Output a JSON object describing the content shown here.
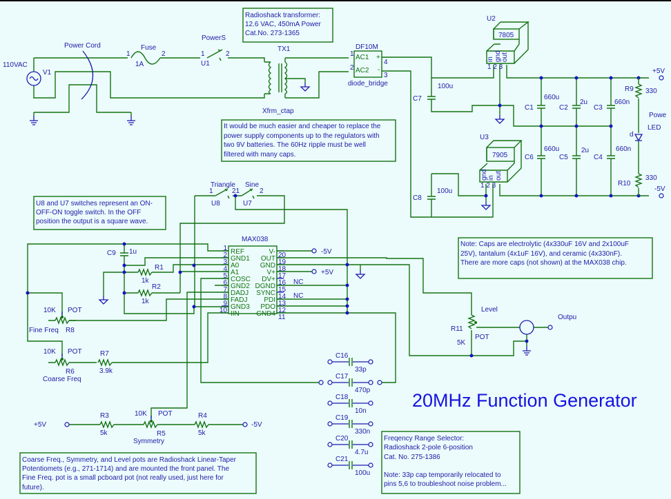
{
  "title": "20MHz Function Generator",
  "colors": {
    "background": "#ecfbfb",
    "wire": "#137313",
    "text": "#1c1ca8",
    "junction": "#1515c0",
    "title": "#1414e0"
  },
  "notes": {
    "transformer": [
      "Radioshack transformer:",
      "12.6 VAC, 450mA Power",
      "Cat.No. 273-1365"
    ],
    "batteries": [
      "It would be much easier and cheaper to replace the",
      "power supply components up to the regulators with",
      "two 9V batteries.  The 60Hz ripple must be well",
      "filtered with many caps."
    ],
    "switches": [
      "U8 and U7 switches represent an ON-",
      "OFF-ON toggle switch.  In the OFF",
      "position the output is a square wave."
    ],
    "caps": [
      "Note:  Caps are electrolytic (4x330uF 16V and 2x100uF",
      "25V), tantalum (4x1uF 16V), and ceramic (4x330nF).",
      "There are more caps (not shown) at the MAX038 chip."
    ],
    "pots": [
      "Coarse Freq., Symmetry, and Level pots are Radioshack Linear-Taper",
      "Potentiomets (e.g., 271-1714) and are mounted the front panel.  The",
      "Fine Freq. pot is a small pcboard pot (not really used, just here for",
      "future)."
    ],
    "range": [
      "Freqency Range Selector:",
      "Radioshack 2-pole 6-position",
      "Cat. No. 275-1386",
      "",
      "Note:  33p cap temporarily relocated to",
      "pins 5,6 to troubleshoot noise problem..."
    ]
  },
  "power": {
    "source_value": "110VAC",
    "source_ref": "V1",
    "cord": "Power Cord",
    "fuse": "Fuse",
    "fuse_value": "1A",
    "fuse_pin1": "1",
    "fuse_pin2": "2",
    "switch": "PowerS",
    "switch_ref": "U1",
    "switch_pin1": "1",
    "switch_pin2": "2",
    "tx_ref": "TX1",
    "tx_model": "Xfrm_ctap",
    "bridge_part": "DF10M",
    "bridge_model": "diode_bridge",
    "bridge_pins": {
      "ac1": "AC1",
      "ac2": "AC2",
      "plus": "+",
      "minus": "-",
      "p1": "1",
      "p2": "2",
      "p3": "3",
      "p4": "4"
    },
    "c7": "C7",
    "c7_value": "100u",
    "c8": "C8",
    "c8_value": "100u"
  },
  "regulators": {
    "u2": {
      "ref": "U2",
      "part": "7805",
      "pins": [
        "in",
        "gnd",
        "out"
      ],
      "nums": "1 2 3"
    },
    "u3": {
      "ref": "U3",
      "part": "7905",
      "pins": [
        "gnd",
        "in",
        "out"
      ],
      "nums": "1 2 3"
    }
  },
  "filter_caps": [
    {
      "ref": "C1",
      "value": "660u"
    },
    {
      "ref": "C2",
      "value": "2u"
    },
    {
      "ref": "C3",
      "value": "660n"
    },
    {
      "ref": "C6",
      "value": "660u"
    },
    {
      "ref": "C5",
      "value": "2u"
    },
    {
      "ref": "C4",
      "value": "660n"
    }
  ],
  "led": {
    "r9": "R9",
    "r9_value": "330",
    "r10": "R10",
    "r10_value": "330",
    "label1": "Powe",
    "label2": "LED",
    "diode": "d"
  },
  "rails": {
    "plus": "+5V",
    "minus": "-5V"
  },
  "waveform_switches": {
    "u8_label": "Triangle",
    "u7_label": "Sine",
    "u8": "U8",
    "u7": "U7",
    "pin1": "1",
    "pin21": "21",
    "pin2": "2"
  },
  "max038": {
    "ref": "MAX038",
    "left": [
      {
        "num": "1",
        "name": "REF"
      },
      {
        "num": "2",
        "name": "GND1"
      },
      {
        "num": "3",
        "name": "A0"
      },
      {
        "num": "4",
        "name": "A1"
      },
      {
        "num": "5",
        "name": "COSC"
      },
      {
        "num": "6",
        "name": "GND2"
      },
      {
        "num": "7",
        "name": "DADJ"
      },
      {
        "num": "8",
        "name": "FADJ"
      },
      {
        "num": "9",
        "name": "GND3"
      },
      {
        "num": "10",
        "name": "IIN"
      }
    ],
    "right": [
      {
        "num": "20",
        "name": "V-"
      },
      {
        "num": "19",
        "name": "OUT"
      },
      {
        "num": "18",
        "name": "GND"
      },
      {
        "num": "17",
        "name": "V+"
      },
      {
        "num": "16",
        "name": "DV+"
      },
      {
        "num": "15",
        "name": "DGND"
      },
      {
        "num": "14",
        "name": "SYNC"
      },
      {
        "num": "13",
        "name": "PDI"
      },
      {
        "num": "12",
        "name": "PDO"
      },
      {
        "num": "11",
        "name": "GND4"
      }
    ],
    "v_minus": "-5V",
    "v_plus": "+5V",
    "nc": "NC"
  },
  "c9": {
    "ref": "C9",
    "value": "1u"
  },
  "r1": {
    "ref": "R1",
    "value": "1k"
  },
  "r2": {
    "ref": "R2",
    "value": "1k"
  },
  "r8": {
    "value": "10K",
    "type": "POT",
    "label": "Fine Freq",
    "ref": "R8"
  },
  "r6": {
    "value": "10K",
    "type": "POT",
    "ref": "R6",
    "label": "Coarse Freq"
  },
  "r7": {
    "ref": "R7",
    "value": "3.9k"
  },
  "symmetry": {
    "plus": "+5V",
    "minus": "-5V",
    "r3": "R3",
    "r3_value": "5k",
    "r4": "R4",
    "r4_value": "5k",
    "r5": "R5",
    "r5_value": "10K",
    "r5_type": "POT",
    "label": "Symmetry"
  },
  "range_caps": [
    {
      "ref": "C16",
      "value": "33p"
    },
    {
      "ref": "C17",
      "value": "470p"
    },
    {
      "ref": "C18",
      "value": "10n"
    },
    {
      "ref": "C19",
      "value": "330n"
    },
    {
      "ref": "C20",
      "value": "4.7u"
    },
    {
      "ref": "C21",
      "value": "100u"
    }
  ],
  "level": {
    "label": "Level",
    "ref": "R11",
    "type": "POT",
    "value": "5K",
    "output": "Outpu"
  }
}
